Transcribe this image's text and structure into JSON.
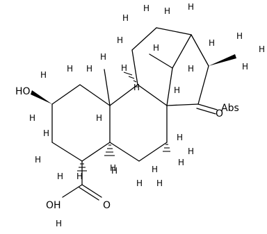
{
  "molecule": {
    "atoms": {
      "hydroxyl": "HO",
      "carboxyl_oh": "OH",
      "carboxyl_o": "O",
      "ketone_o": "O",
      "abs_flag": "Abs",
      "h_label": "H"
    },
    "colors": {
      "ink": "#000000",
      "background": "#ffffff"
    }
  }
}
